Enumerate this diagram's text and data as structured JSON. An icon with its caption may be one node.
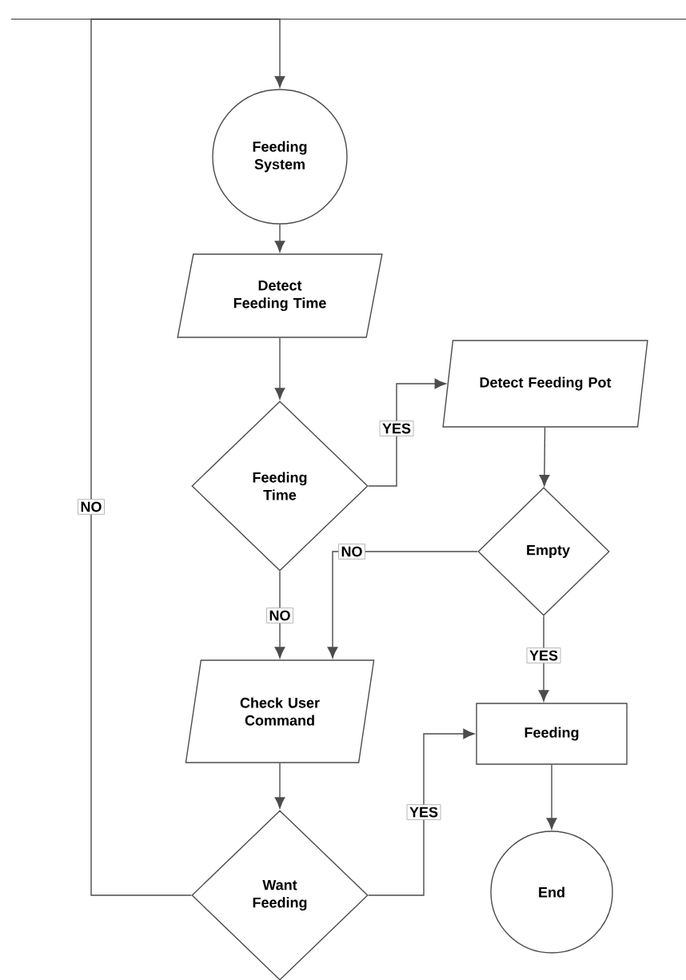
{
  "diagram": {
    "nodes": [
      {
        "text": [
          "Feeding System"
        ]
      },
      {
        "text": [
          "Detect Feeding Time"
        ]
      },
      {
        "text": [
          "Feeding Time"
        ]
      },
      {
        "text": [
          "Detect Feeding Pot"
        ]
      },
      {
        "text": [
          "Empty"
        ]
      },
      {
        "text": [
          "Check User Command"
        ]
      },
      {
        "text": [
          "Feeding"
        ]
      },
      {
        "text": [
          "Want Feeding"
        ]
      },
      {
        "text": [
          "End"
        ]
      }
    ],
    "edges": [
      {
        "from": 0,
        "to": 1,
        "arrow": "to"
      },
      {
        "from": 1,
        "to": 2,
        "arrow": "to"
      },
      {
        "from": 2,
        "to": 3,
        "arrow": "to",
        "label": "YES"
      },
      {
        "from": 3,
        "to": 4,
        "arrow": "to"
      },
      {
        "from": 4,
        "to": 5,
        "arrow": "to",
        "label": "NO"
      },
      {
        "from": 2,
        "to": 5,
        "arrow": "to",
        "label": "NO"
      },
      {
        "from": 4,
        "to": 6,
        "arrow": "to",
        "label": "YES"
      },
      {
        "from": 5,
        "to": 7,
        "arrow": "to"
      },
      {
        "from": 7,
        "to": 6,
        "arrow": "to",
        "label": "YES"
      },
      {
        "from": 6,
        "to": 8,
        "arrow": "to"
      },
      {
        "from": 7,
        "to": 0,
        "arrow": "to",
        "label": "NO"
      }
    ]
  }
}
